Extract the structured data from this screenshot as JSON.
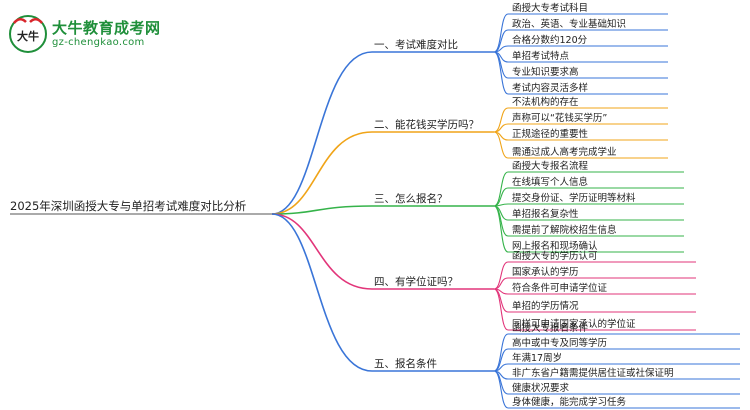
{
  "logo": {
    "title": "大牛教育成考网",
    "url": "gz-chengkao.com",
    "mark_text": "大牛"
  },
  "colors": {
    "branch_1": "#3a75d8",
    "branch_2": "#f0a418",
    "branch_3": "#35b34a",
    "branch_4": "#e2357a",
    "branch_5": "#3a75d8",
    "root_line": "#555555",
    "logo_green": "#1f8f3a",
    "logo_red": "#d9262c"
  },
  "root": {
    "label": "2025年深圳函授大专与单招考试难度对比分析"
  },
  "branches": [
    {
      "label": "一、考试难度对比",
      "color": "#3a75d8",
      "children": [
        "函授大专考试科目",
        "政治、英语、专业基础知识",
        "合格分数约120分",
        "单招考试特点",
        "专业知识要求高",
        "考试内容灵活多样"
      ]
    },
    {
      "label": "二、能花钱买学历吗？",
      "color": "#f0a418",
      "children": [
        "不法机构的存在",
        "声称可以“花钱买学历”",
        "正规途径的重要性",
        "需通过成人高考完成学业"
      ]
    },
    {
      "label": "三、怎么报名？",
      "color": "#35b34a",
      "children": [
        "函授大专报名流程",
        "在线填写个人信息",
        "提交身份证、学历证明等材料",
        "单招报名复杂性",
        "需提前了解院校招生信息",
        "网上报名和现场确认"
      ]
    },
    {
      "label": "四、有学位证吗？",
      "color": "#e2357a",
      "children": [
        "函授大专的学历认可",
        "国家承认的学历",
        "符合条件可申请学位证",
        "单招的学历情况",
        "同样可申请国家承认的学位证"
      ]
    },
    {
      "label": "五、报名条件",
      "color": "#3a75d8",
      "children": [
        "函授大专报名条件",
        "高中或中专及同等学历",
        "年满17周岁",
        "非广东省户籍需提供居住证或社保证明",
        "健康状况要求",
        "身体健康，能完成学习任务"
      ]
    }
  ]
}
